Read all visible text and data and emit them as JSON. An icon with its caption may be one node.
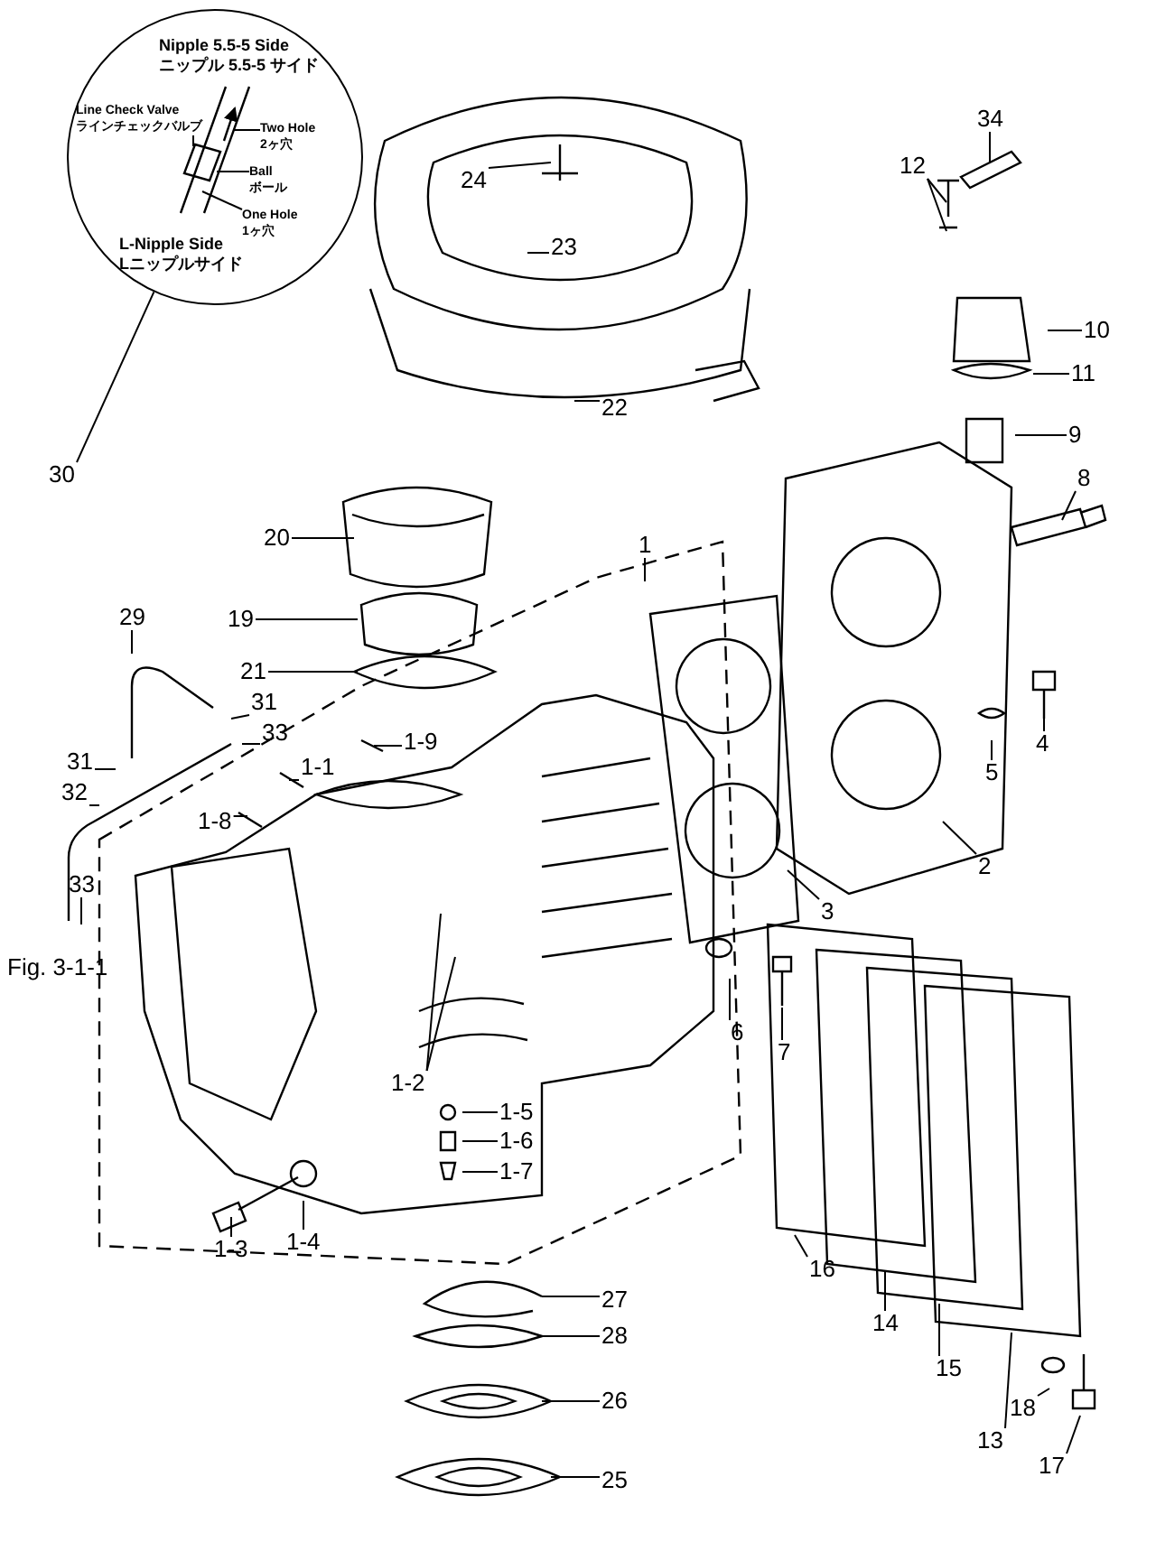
{
  "diagram": {
    "nodes": [
      {
        "text": [
          "Nipple 5.5-5 Side",
          "ニップル 5.5-5 サイド",
          "L-Nipple Side",
          "Lニップルサイド"
        ]
      },
      {
        "text": [
          "Line Check Valve",
          "ラインチェックバルブ"
        ],
        "in": 0
      },
      {
        "text": [
          "Two Hole",
          "2ヶ穴"
        ],
        "in": 0
      },
      {
        "text": [
          "Ball",
          "ボール"
        ],
        "in": 0
      },
      {
        "text": [
          "One Hole",
          "1ヶ穴"
        ],
        "in": 0
      },
      {
        "text": [
          "24"
        ]
      },
      {
        "text": [
          "34"
        ]
      },
      {
        "text": [
          "12"
        ]
      },
      {
        "text": [
          "23"
        ]
      },
      {
        "text": [
          "10"
        ]
      },
      {
        "text": [
          "11"
        ]
      },
      {
        "text": [
          "22"
        ]
      },
      {
        "text": [
          "30"
        ]
      },
      {
        "text": [
          "9"
        ]
      },
      {
        "text": [
          "8"
        ]
      },
      {
        "text": [
          "20"
        ]
      },
      {
        "text": [
          "29"
        ]
      },
      {
        "text": [
          "1"
        ]
      },
      {
        "text": [
          "19"
        ]
      },
      {
        "text": [
          "21"
        ]
      },
      {
        "text": [
          "31"
        ]
      },
      {
        "text": [
          "33"
        ]
      },
      {
        "text": [
          "1-9"
        ]
      },
      {
        "text": [
          "31"
        ]
      },
      {
        "text": [
          "1-1"
        ]
      },
      {
        "text": [
          "32"
        ]
      },
      {
        "text": [
          "1-8"
        ]
      },
      {
        "text": [
          "4"
        ]
      },
      {
        "text": [
          "5"
        ]
      },
      {
        "text": [
          "2"
        ]
      },
      {
        "text": [
          "3"
        ]
      },
      {
        "text": [
          "33"
        ]
      },
      {
        "text": [
          "6"
        ]
      },
      {
        "text": [
          "7"
        ]
      },
      {
        "text": [
          "1-2"
        ]
      },
      {
        "text": [
          "1-5"
        ]
      },
      {
        "text": [
          "1-6"
        ]
      },
      {
        "text": [
          "1-7"
        ]
      },
      {
        "text": [
          "16"
        ]
      },
      {
        "text": [
          "14"
        ]
      },
      {
        "text": [
          "1-3"
        ]
      },
      {
        "text": [
          "1-4"
        ]
      },
      {
        "text": [
          "15"
        ]
      },
      {
        "text": [
          "27"
        ]
      },
      {
        "text": [
          "28"
        ]
      },
      {
        "text": [
          "13"
        ]
      },
      {
        "text": [
          "18"
        ]
      },
      {
        "text": [
          "26"
        ]
      },
      {
        "text": [
          "17"
        ]
      },
      {
        "text": [
          "25"
        ]
      }
    ],
    "edges": [
      {
        "from": 1,
        "to": null,
        "arrow": "none"
      },
      {
        "from": 2,
        "to": null,
        "arrow": "none"
      },
      {
        "from": 3,
        "to": null,
        "arrow": "none"
      },
      {
        "from": 4,
        "to": null,
        "arrow": "none"
      },
      {
        "from": 5,
        "to": null,
        "arrow": "none"
      },
      {
        "from": 6,
        "to": null,
        "arrow": "none"
      },
      {
        "from": 7,
        "to": null,
        "arrow": "none"
      },
      {
        "from": 7,
        "to": null,
        "arrow": "none"
      },
      {
        "from": 8,
        "to": null,
        "arrow": "none"
      },
      {
        "from": 9,
        "to": null,
        "arrow": "none"
      },
      {
        "from": 10,
        "to": null,
        "arrow": "none"
      },
      {
        "from": 11,
        "to": null,
        "arrow": "none"
      },
      {
        "from": 12,
        "to": 0,
        "arrow": "none"
      },
      {
        "from": 13,
        "to": null,
        "arrow": "none"
      },
      {
        "from": 14,
        "to": null,
        "arrow": "none"
      },
      {
        "from": 15,
        "to": null,
        "arrow": "none"
      },
      {
        "from": 16,
        "to": null,
        "arrow": "none"
      },
      {
        "from": 17,
        "to": null,
        "arrow": "none"
      },
      {
        "from": 18,
        "to": null,
        "arrow": "none"
      },
      {
        "from": 19,
        "to": null,
        "arrow": "none"
      },
      {
        "from": 20,
        "to": null,
        "arrow": "none"
      },
      {
        "from": 21,
        "to": null,
        "arrow": "none"
      },
      {
        "from": 22,
        "to": null,
        "arrow": "none"
      },
      {
        "from": 23,
        "to": null,
        "arrow": "none"
      },
      {
        "from": 24,
        "to": null,
        "arrow": "none"
      },
      {
        "from": 25,
        "to": null,
        "arrow": "none"
      },
      {
        "from": 26,
        "to": null,
        "arrow": "none"
      },
      {
        "from": 27,
        "to": null,
        "arrow": "none"
      },
      {
        "from": 28,
        "to": null,
        "arrow": "none"
      },
      {
        "from": 29,
        "to": null,
        "arrow": "none"
      },
      {
        "from": 30,
        "to": null,
        "arrow": "none"
      },
      {
        "from": 31,
        "to": null,
        "arrow": "none"
      },
      {
        "from": 32,
        "to": null,
        "arrow": "none"
      },
      {
        "from": 33,
        "to": null,
        "arrow": "none"
      },
      {
        "from": 34,
        "to": null,
        "arrow": "none"
      },
      {
        "from": 34,
        "to": null,
        "arrow": "none"
      },
      {
        "from": 35,
        "to": null,
        "arrow": "none"
      },
      {
        "from": 36,
        "to": null,
        "arrow": "none"
      },
      {
        "from": 37,
        "to": null,
        "arrow": "none"
      },
      {
        "from": 38,
        "to": null,
        "arrow": "none"
      },
      {
        "from": 39,
        "to": null,
        "arrow": "none"
      },
      {
        "from": 40,
        "to": null,
        "arrow": "none"
      },
      {
        "from": 41,
        "to": null,
        "arrow": "none"
      },
      {
        "from": 42,
        "to": null,
        "arrow": "none"
      },
      {
        "from": 43,
        "to": null,
        "arrow": "none"
      },
      {
        "from": 44,
        "to": null,
        "arrow": "none"
      },
      {
        "from": 45,
        "to": null,
        "arrow": "none"
      },
      {
        "from": 46,
        "to": null,
        "arrow": "none"
      },
      {
        "from": 47,
        "to": null,
        "arrow": "none"
      },
      {
        "from": 48,
        "to": null,
        "arrow": "none"
      },
      {
        "from": 49,
        "to": null,
        "arrow": "none"
      }
    ],
    "labels": [
      "Fig. 3-1-1"
    ]
  }
}
